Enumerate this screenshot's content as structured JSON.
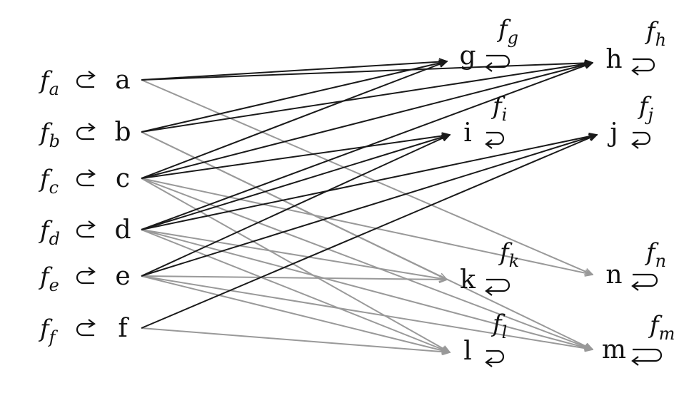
{
  "nodes": {
    "a": "a",
    "b": "b",
    "c": "c",
    "d": "d",
    "e": "e",
    "f": "f",
    "g": "g",
    "h": "h",
    "i": "i",
    "j": "j",
    "k": "k",
    "l": "l",
    "m": "m",
    "n": "n"
  },
  "functions": {
    "a": "a",
    "b": "b",
    "c": "c",
    "d": "d",
    "e": "e",
    "f": "f",
    "g": "g",
    "h": "h",
    "i": "i",
    "j": "j",
    "k": "k",
    "l": "l",
    "m": "m",
    "n": "n"
  },
  "function_prefix": "f",
  "colors": {
    "black_edge": "#1a1a1a",
    "gray_edge": "#999999"
  },
  "edges": {
    "black": [
      [
        "a",
        "g"
      ],
      [
        "a",
        "h"
      ],
      [
        "b",
        "g"
      ],
      [
        "b",
        "h"
      ],
      [
        "c",
        "g"
      ],
      [
        "c",
        "h"
      ],
      [
        "c",
        "i"
      ],
      [
        "d",
        "h"
      ],
      [
        "d",
        "i"
      ],
      [
        "d",
        "j"
      ],
      [
        "e",
        "i"
      ],
      [
        "e",
        "j"
      ],
      [
        "f",
        "j"
      ]
    ],
    "gray": [
      [
        "a",
        "n"
      ],
      [
        "b",
        "k"
      ],
      [
        "b",
        "m"
      ],
      [
        "c",
        "l"
      ],
      [
        "c",
        "m"
      ],
      [
        "c",
        "n"
      ],
      [
        "d",
        "k"
      ],
      [
        "d",
        "l"
      ],
      [
        "d",
        "m"
      ],
      [
        "e",
        "k"
      ],
      [
        "e",
        "l"
      ],
      [
        "e",
        "m"
      ],
      [
        "f",
        "l"
      ]
    ]
  }
}
